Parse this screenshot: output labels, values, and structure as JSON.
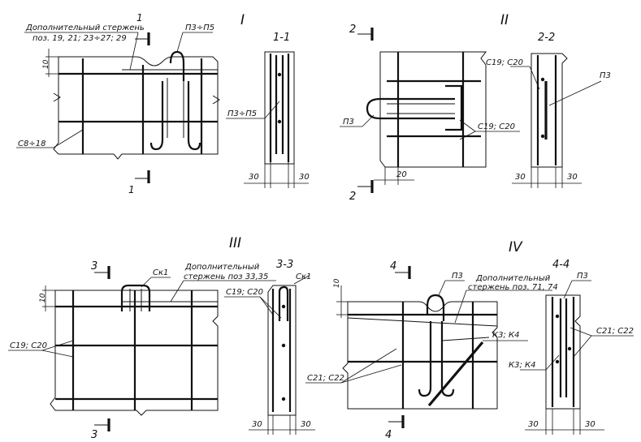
{
  "views": {
    "I": {
      "title": "I",
      "section_label": "1-1",
      "cut_marks": [
        "1",
        "1"
      ],
      "note_line1": "Дополнительный стержень",
      "note_line2": "поз. 19, 21; 23÷27; 29",
      "loop_label": "П3÷П5",
      "side_label": "П3÷П5",
      "bar_label": "С8÷18",
      "dim_top": "10",
      "dim_left": "30",
      "dim_right": "30"
    },
    "II": {
      "title": "II",
      "section_label": "2-2",
      "cut_marks": [
        "2",
        "2"
      ],
      "loop_label": "П3",
      "right_label": "С19; С20",
      "sec_mesh_label": "С19; С20",
      "sec_loop_label": "П3",
      "dim_base": "20",
      "dim_left": "30",
      "dim_right": "30"
    },
    "III": {
      "title": "III",
      "section_label": "3-3",
      "cut_marks": [
        "3",
        "3"
      ],
      "note_line1": "Дополнительный",
      "note_line2": "стержень поз 33,35",
      "ck_label": "Ск1",
      "left_label": "С19; С20",
      "sec_mesh_label": "С19; С20",
      "sec_ck_label": "Ск1",
      "dim_top": "10",
      "dim_left": "30",
      "dim_right": "30"
    },
    "IV": {
      "title": "IV",
      "section_label": "4-4",
      "cut_marks": [
        "4",
        "4"
      ],
      "note_line1": "Дополнительный",
      "note_line2": "стержень поз. 71, 74",
      "loop_label": "П3",
      "k_label": "К3; К4",
      "left_label": "С21; С22",
      "sec_loop_label": "П3",
      "sec_mesh_label": "С21; С22",
      "sec_k_label": "К3; К4",
      "dim_top": "10",
      "dim_left": "30",
      "dim_right": "30"
    }
  }
}
